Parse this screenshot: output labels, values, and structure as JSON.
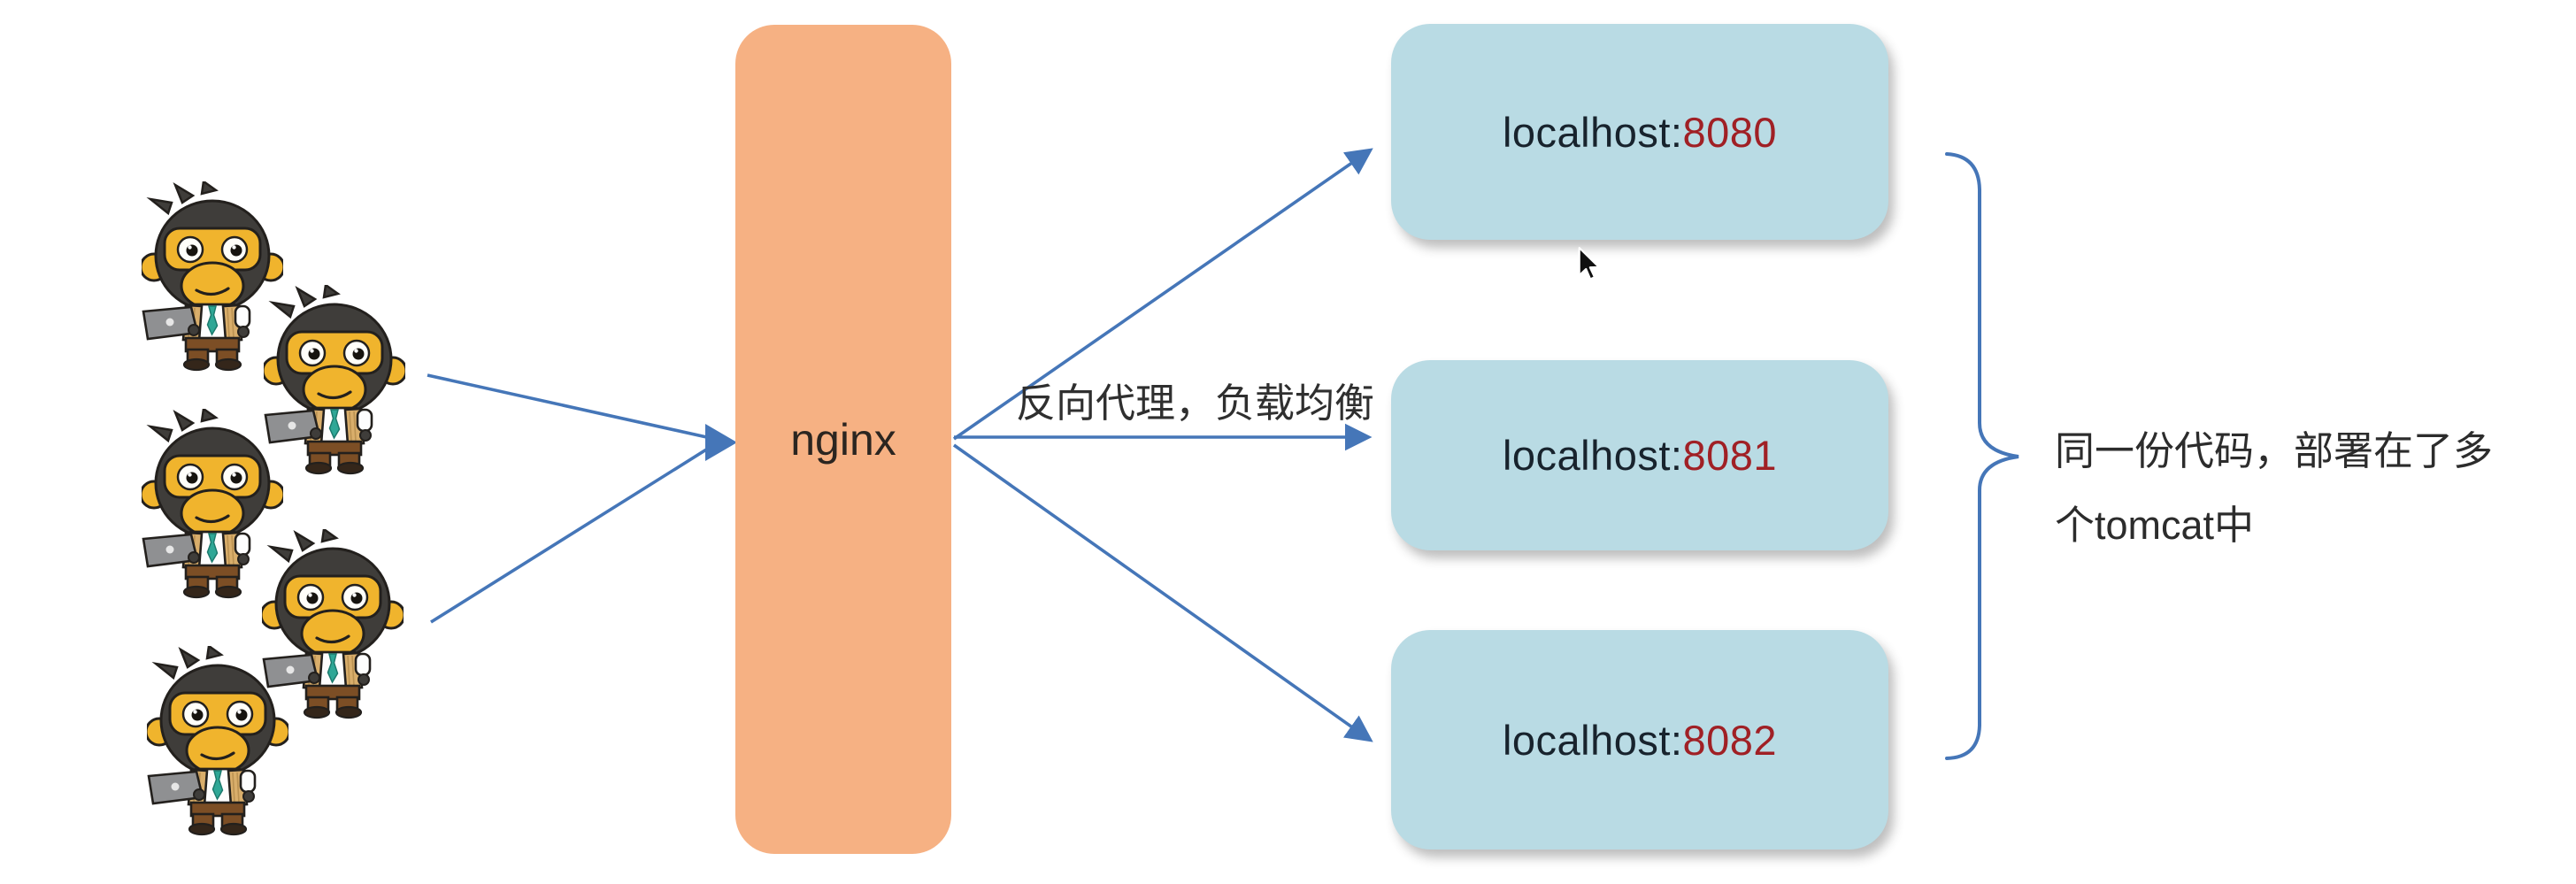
{
  "users": {
    "icon": "monkey-developer-with-laptop-icon",
    "count": 5
  },
  "nginx": {
    "label": "nginx"
  },
  "flow": {
    "label": "反向代理，负载均衡"
  },
  "servers": [
    {
      "host": "localhost:",
      "port": "8080"
    },
    {
      "host": "localhost:",
      "port": "8081"
    },
    {
      "host": "localhost:",
      "port": "8082"
    }
  ],
  "annotation": {
    "line1": "同一份代码，部署在了多",
    "line2": "个tomcat中"
  },
  "cursor": {
    "icon": "mouse-pointer-icon"
  },
  "colors": {
    "background": "#ffffff",
    "nginx_fill": "#f6b183",
    "server_fill": "#b9dbe4",
    "server_host_text": "#18232d",
    "server_port_text": "#a02025",
    "arrow": "#4576b8",
    "brace": "#4576b8",
    "label_text": "#2f2f2f"
  }
}
